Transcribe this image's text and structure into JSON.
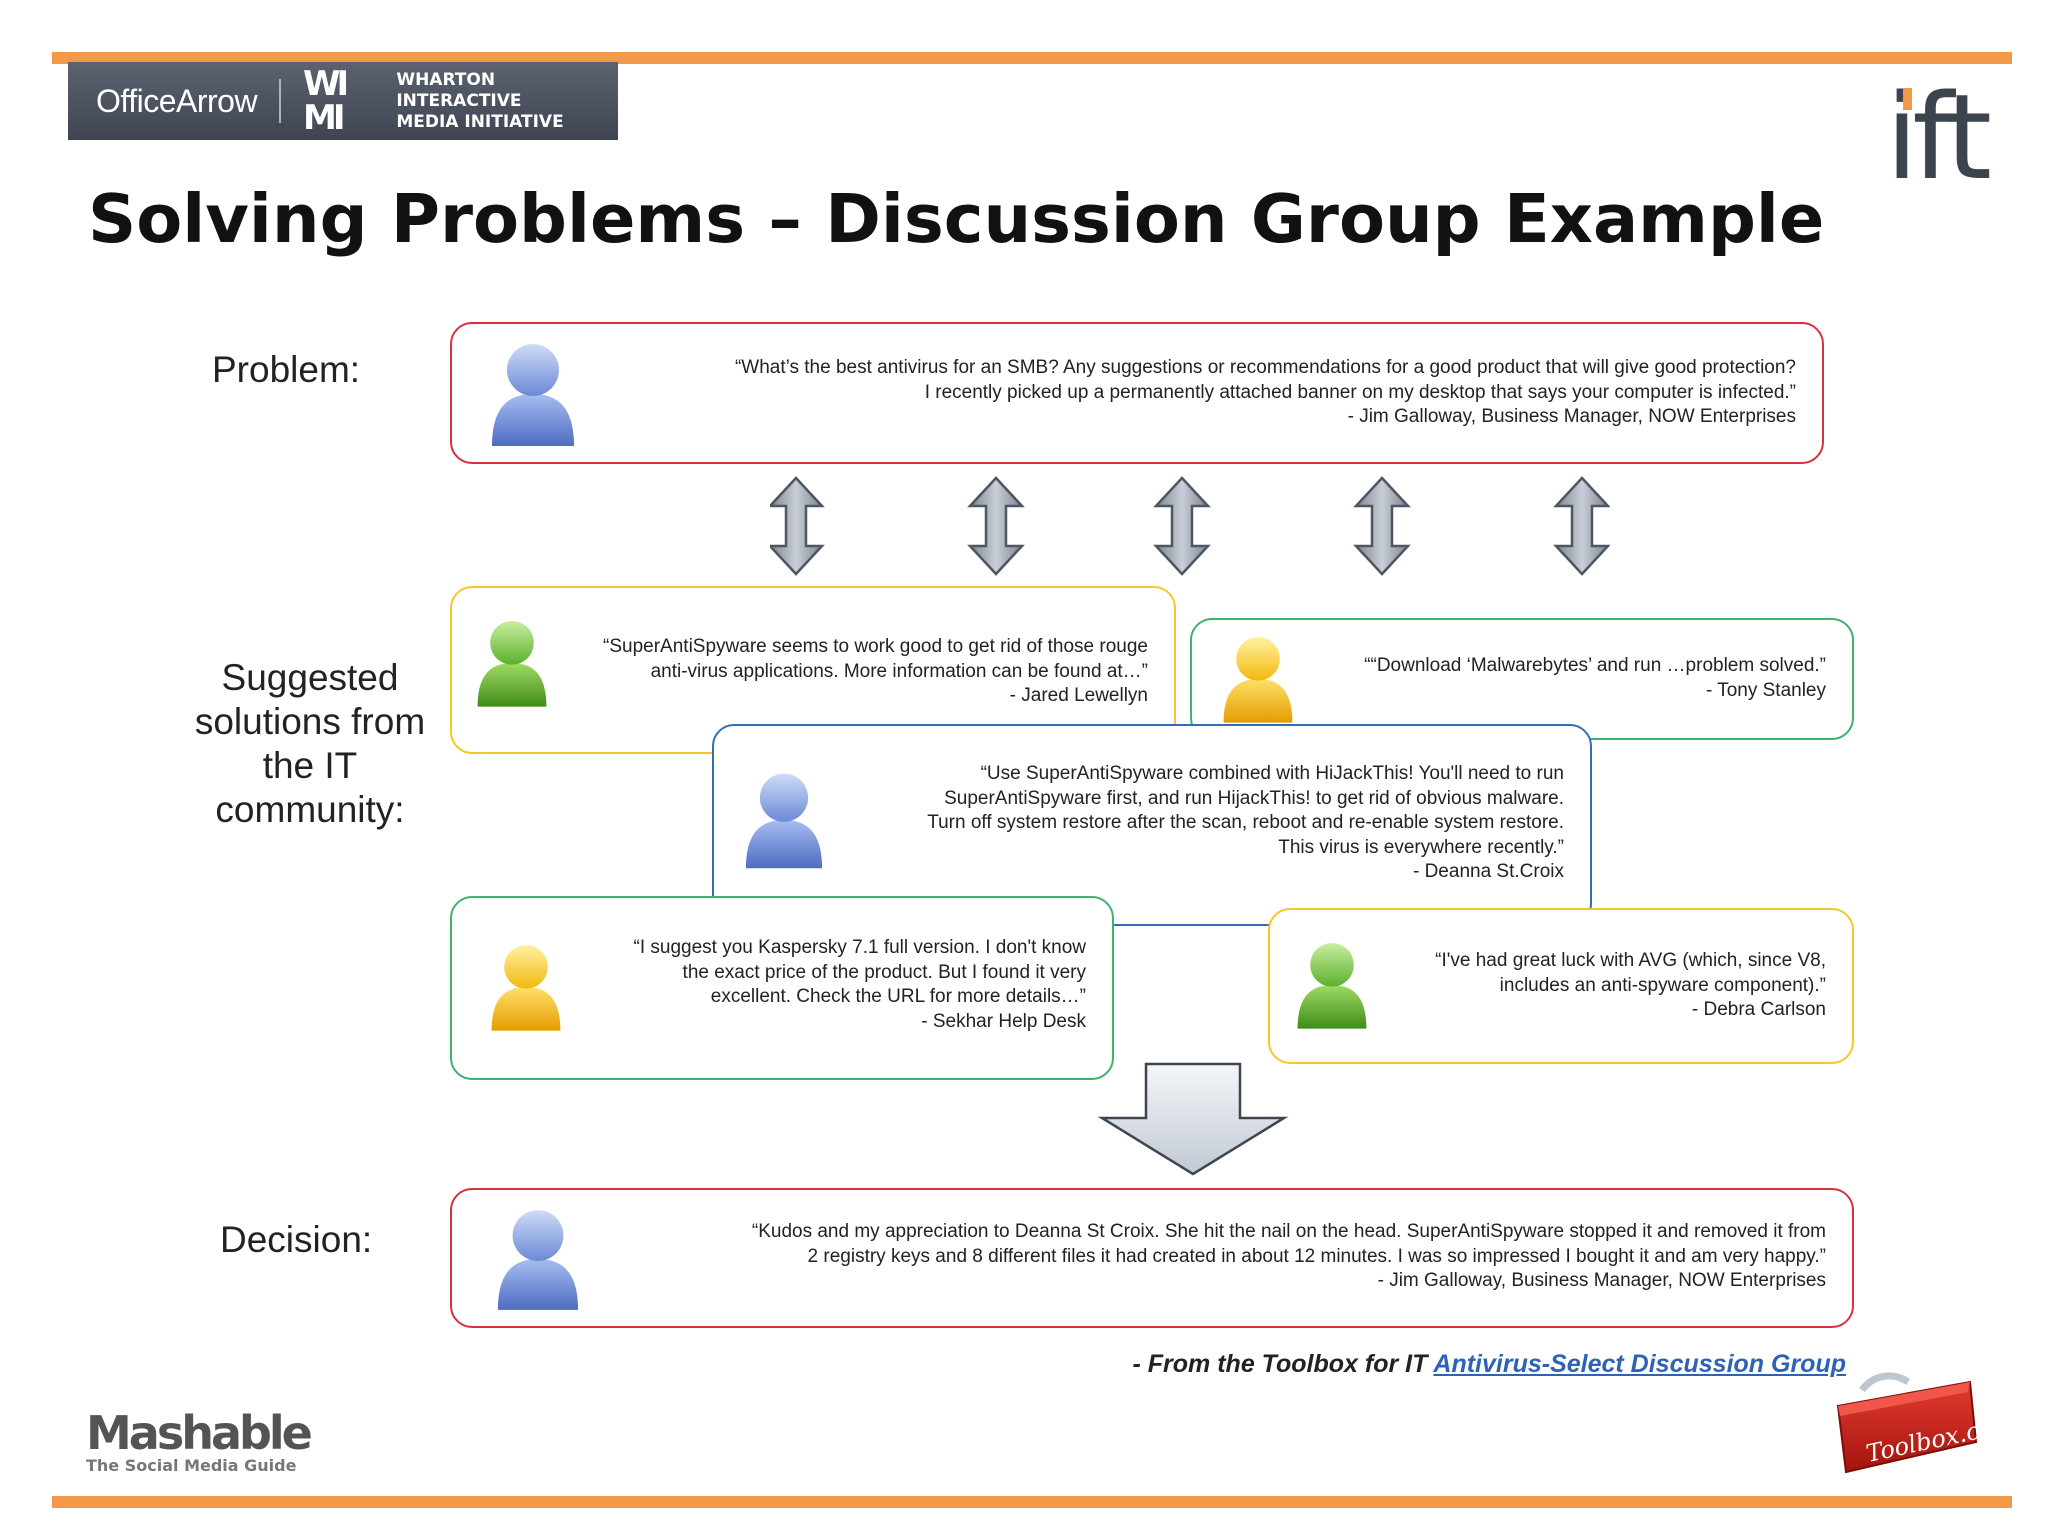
{
  "header": {
    "office_arrow": "OfficeArrow",
    "wharton_mark": "WI MI",
    "wharton_line1": "WHARTON INTERACTIVE",
    "wharton_line2": "MEDIA INITIATIVE",
    "ift_logo": "ift"
  },
  "title": "Solving Problems – Discussion Group Example",
  "labels": {
    "problem": "Problem:",
    "suggested": [
      "Suggested",
      "solutions from",
      "the IT",
      "community:"
    ],
    "decision": "Decision:"
  },
  "problem": {
    "lines": [
      "“What’s the best antivirus for an SMB?  Any suggestions or recommendations for a good product that will give good protection?",
      "I recently picked up a permanently attached banner on my desktop that says your computer is infected.”",
      "- Jim Galloway, Business Manager, NOW Enterprises"
    ]
  },
  "solutions": [
    {
      "lines": [
        "“SuperAntiSpyware seems to work good to get rid of those rouge",
        "anti-virus applications. More information can be found at…”",
        "- Jared Lewellyn"
      ]
    },
    {
      "lines": [
        "““Download ‘Malwarebytes’ and run …problem solved.”",
        "-  Tony Stanley"
      ]
    },
    {
      "lines": [
        "“Use SuperAntiSpyware combined with HiJackThis! You'll need to run",
        "SuperAntiSpyware first, and run HijackThis! to get rid of obvious malware.",
        "Turn off system restore after the scan, reboot and re-enable system restore.",
        "This virus is everywhere recently.”",
        "- Deanna St.Croix"
      ]
    },
    {
      "lines": [
        "“I suggest you Kaspersky 7.1 full version. I don't know",
        "the exact price of the product. But I found it very",
        "excellent.  Check the URL for more details…”",
        "- Sekhar Help Desk"
      ]
    },
    {
      "lines": [
        "“I've had great luck with AVG (which, since V8,",
        "includes an anti-spyware component).”",
        "- Debra Carlson"
      ]
    }
  ],
  "decision": {
    "lines": [
      "“Kudos and my appreciation to Deanna St Croix. She hit the nail on the head. SuperAntiSpyware stopped it and removed it from",
      "2 registry keys and 8  different files it had created in about 12 minutes. I was  so impressed I bought it and am very happy.”",
      "- Jim Galloway, Business Manager, NOW Enterprises"
    ]
  },
  "source": {
    "prefix": "- From the Toolbox for IT ",
    "link": "Antivirus-Select Discussion Group"
  },
  "footer": {
    "mashable": "Mashable",
    "mashable_tag": "The Social Media Guide",
    "toolbox": "Toolbox.com"
  },
  "colors": {
    "accent_orange": "#f39a4a",
    "red": "#d7323c",
    "yellow": "#f5c72a",
    "green": "#3fb26d",
    "blue": "#2f6fb5"
  }
}
